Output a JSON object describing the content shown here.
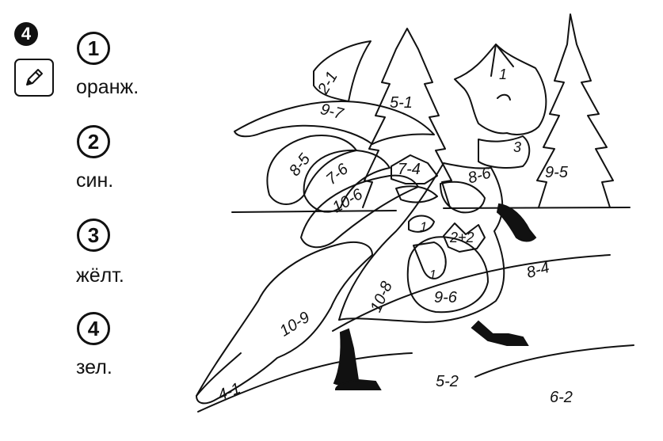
{
  "task": {
    "number": "4",
    "icon": "pencil-icon"
  },
  "legend": [
    {
      "num": "1",
      "label": "оранж."
    },
    {
      "num": "2",
      "label": "син."
    },
    {
      "num": "3",
      "label": "жёлт."
    },
    {
      "num": "4",
      "label": "зел."
    }
  ],
  "regions": {
    "r1": "2-1",
    "r2": "5-1",
    "r3": "9-7",
    "r4": "8-5",
    "r5": "7-6",
    "r6": "10-6",
    "r7": "7-4",
    "r8": "8-6",
    "r9": "9-5",
    "r10": "1",
    "r11": "3",
    "r12": "1",
    "r13": "2+2",
    "r14": "1",
    "r15": "8-4",
    "r16": "10-8",
    "r17": "9-6",
    "r18": "10-9",
    "r19": "4-1",
    "r20": "5-2",
    "r21": "6-2"
  }
}
